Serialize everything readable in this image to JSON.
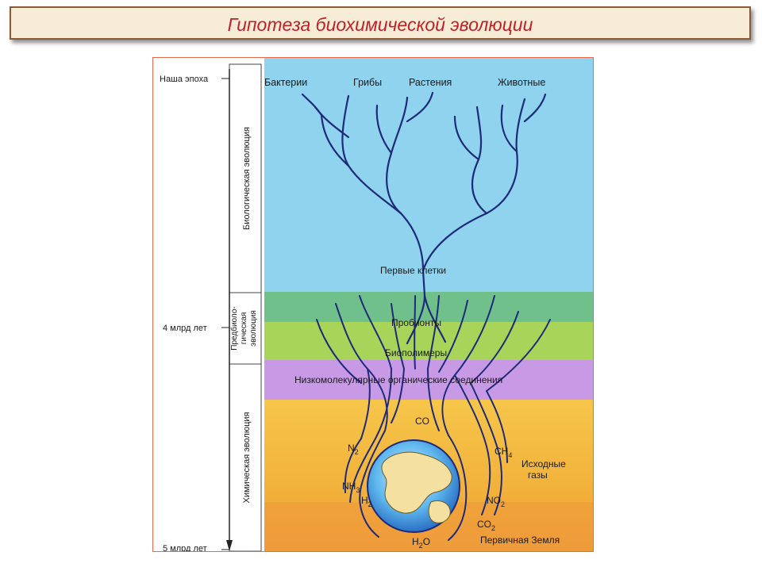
{
  "title": "Гипотеза биохимической эволюции",
  "time_axis": {
    "top": "Наша эпоха",
    "mid": "4 млрд лет",
    "bottom": "5 млрд лет"
  },
  "stages": {
    "biological": "Биологическая эволюция",
    "prebiological": [
      "Предбиоло-",
      "гическая",
      "эволюция"
    ],
    "chemical": "Химическая эволюция"
  },
  "kingdoms": [
    "Бактерии",
    "Грибы",
    "Растения",
    "Животные"
  ],
  "levels": {
    "first_cells": "Первые клетки",
    "probionts": "Пробионты",
    "biopolymers": "Биополимеры",
    "low_molecular": "Низкомолекулярные органические соединения"
  },
  "gases": {
    "co": "CO",
    "n2": "N",
    "n2_sub": "2",
    "nh3": "NH",
    "nh3_sub": "3",
    "h2": "H",
    "h2_sub": "2",
    "h2o": "H",
    "h2o_sub": "2",
    "h2o_tail": "O",
    "ch4": "CH",
    "ch4_sub": "4",
    "no2": "NO",
    "no2_sub": "2",
    "co2": "CO",
    "co2_sub": "2",
    "source_gases_1": "Исходные",
    "source_gases_2": "газы",
    "primordial_earth": "Первичная Земля"
  },
  "colors": {
    "title_red": "#c0202a",
    "sky_blue": "#8fd3ee",
    "green": "#7fc46a",
    "lime": "#a8d45a",
    "violet": "#c89ae6",
    "orange": "#f2b13a",
    "branch": "#1e2a7a"
  }
}
